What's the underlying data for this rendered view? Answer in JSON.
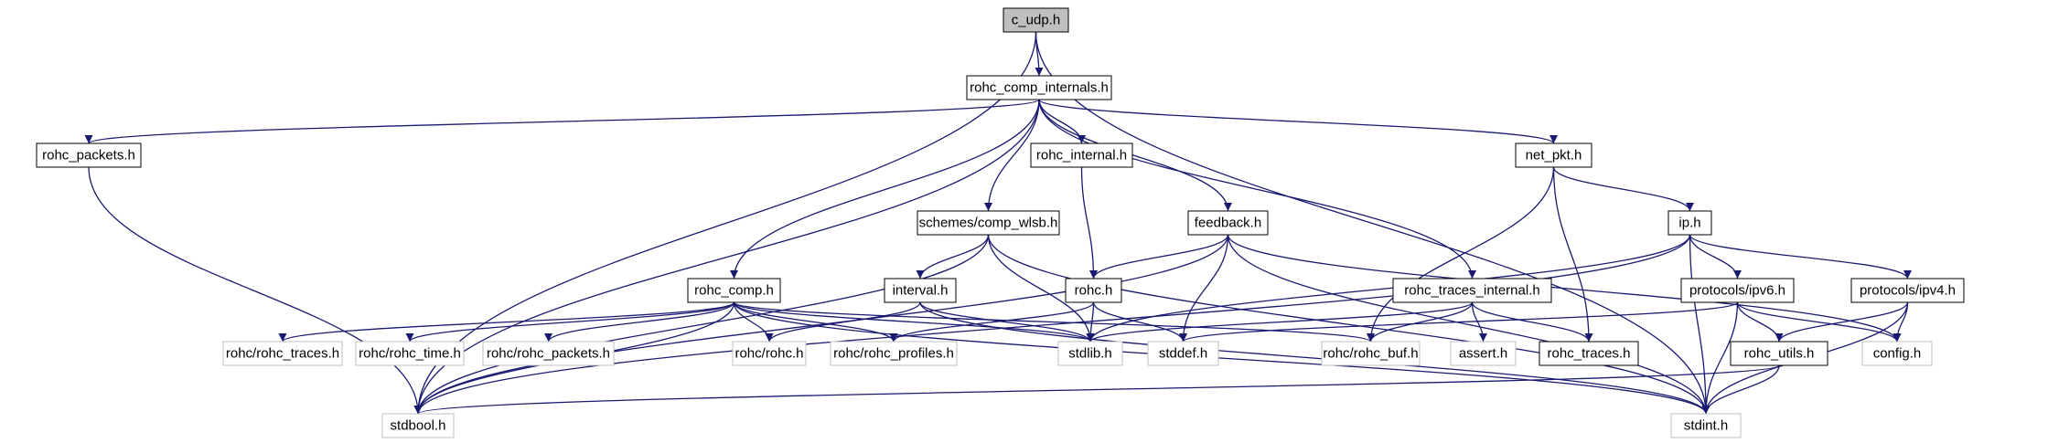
{
  "graph": {
    "title": "c_udp.h",
    "edge_color": "#191970",
    "nodes": [
      {
        "id": "c_udp",
        "label": "c_udp.h",
        "kind": "root"
      },
      {
        "id": "comp_internals",
        "label": "rohc_comp_internals.h",
        "kind": "doc"
      },
      {
        "id": "packets",
        "label": "rohc_packets.h",
        "kind": "doc"
      },
      {
        "id": "internal",
        "label": "rohc_internal.h",
        "kind": "doc"
      },
      {
        "id": "net_pkt",
        "label": "net_pkt.h",
        "kind": "doc"
      },
      {
        "id": "comp_wlsb",
        "label": "schemes/comp_wlsb.h",
        "kind": "doc"
      },
      {
        "id": "feedback",
        "label": "feedback.h",
        "kind": "doc"
      },
      {
        "id": "ip",
        "label": "ip.h",
        "kind": "doc"
      },
      {
        "id": "rohc_comp",
        "label": "rohc_comp.h",
        "kind": "doc"
      },
      {
        "id": "interval",
        "label": "interval.h",
        "kind": "doc"
      },
      {
        "id": "rohc",
        "label": "rohc.h",
        "kind": "doc"
      },
      {
        "id": "traces_internal",
        "label": "rohc_traces_internal.h",
        "kind": "doc"
      },
      {
        "id": "ipv6",
        "label": "protocols/ipv6.h",
        "kind": "doc"
      },
      {
        "id": "ipv4",
        "label": "protocols/ipv4.h",
        "kind": "doc"
      },
      {
        "id": "r_traces",
        "label": "rohc/rohc_traces.h",
        "kind": "ext"
      },
      {
        "id": "r_time",
        "label": "rohc/rohc_time.h",
        "kind": "ext"
      },
      {
        "id": "r_packets",
        "label": "rohc/rohc_packets.h",
        "kind": "ext"
      },
      {
        "id": "r_rohc",
        "label": "rohc/rohc.h",
        "kind": "ext"
      },
      {
        "id": "r_profiles",
        "label": "rohc/rohc_profiles.h",
        "kind": "ext"
      },
      {
        "id": "stdlib",
        "label": "stdlib.h",
        "kind": "ext"
      },
      {
        "id": "stddef",
        "label": "stddef.h",
        "kind": "ext"
      },
      {
        "id": "r_buf",
        "label": "rohc/rohc_buf.h",
        "kind": "ext"
      },
      {
        "id": "assert",
        "label": "assert.h",
        "kind": "ext"
      },
      {
        "id": "traces",
        "label": "rohc_traces.h",
        "kind": "doc"
      },
      {
        "id": "config",
        "label": "config.h",
        "kind": "ext"
      },
      {
        "id": "utils",
        "label": "rohc_utils.h",
        "kind": "doc"
      },
      {
        "id": "stdbool",
        "label": "stdbool.h",
        "kind": "ext"
      },
      {
        "id": "stdint",
        "label": "stdint.h",
        "kind": "ext"
      }
    ],
    "edges": [
      [
        "c_udp",
        "comp_internals"
      ],
      [
        "c_udp",
        "stdbool"
      ],
      [
        "c_udp",
        "stdint"
      ],
      [
        "comp_internals",
        "packets"
      ],
      [
        "comp_internals",
        "internal"
      ],
      [
        "comp_internals",
        "net_pkt"
      ],
      [
        "comp_internals",
        "comp_wlsb"
      ],
      [
        "comp_internals",
        "feedback"
      ],
      [
        "comp_internals",
        "rohc_comp"
      ],
      [
        "comp_internals",
        "traces_internal"
      ],
      [
        "comp_internals",
        "stdbool"
      ],
      [
        "packets",
        "stdbool"
      ],
      [
        "internal",
        "rohc"
      ],
      [
        "net_pkt",
        "ip"
      ],
      [
        "net_pkt",
        "r_buf"
      ],
      [
        "net_pkt",
        "traces"
      ],
      [
        "comp_wlsb",
        "interval"
      ],
      [
        "comp_wlsb",
        "stdlib"
      ],
      [
        "comp_wlsb",
        "stdbool"
      ],
      [
        "comp_wlsb",
        "stdint"
      ],
      [
        "feedback",
        "rohc"
      ],
      [
        "feedback",
        "stddef"
      ],
      [
        "feedback",
        "stdbool"
      ],
      [
        "feedback",
        "stdint"
      ],
      [
        "feedback",
        "config"
      ],
      [
        "ip",
        "ipv6"
      ],
      [
        "ip",
        "ipv4"
      ],
      [
        "ip",
        "stdlib"
      ],
      [
        "ip",
        "stdbool"
      ],
      [
        "ip",
        "stdint"
      ],
      [
        "rohc_comp",
        "r_traces"
      ],
      [
        "rohc_comp",
        "r_time"
      ],
      [
        "rohc_comp",
        "r_packets"
      ],
      [
        "rohc_comp",
        "r_rohc"
      ],
      [
        "rohc_comp",
        "r_profiles"
      ],
      [
        "rohc_comp",
        "stdlib"
      ],
      [
        "rohc_comp",
        "r_buf"
      ],
      [
        "rohc_comp",
        "stdbool"
      ],
      [
        "rohc_comp",
        "stdint"
      ],
      [
        "interval",
        "r_rohc"
      ],
      [
        "interval",
        "stdlib"
      ],
      [
        "interval",
        "stdint"
      ],
      [
        "rohc",
        "r_profiles"
      ],
      [
        "rohc",
        "stdlib"
      ],
      [
        "rohc",
        "stddef"
      ],
      [
        "traces_internal",
        "stdlib"
      ],
      [
        "traces_internal",
        "r_buf"
      ],
      [
        "traces_internal",
        "assert"
      ],
      [
        "traces_internal",
        "traces"
      ],
      [
        "ipv6",
        "stddef"
      ],
      [
        "ipv6",
        "utils"
      ],
      [
        "ipv6",
        "config"
      ],
      [
        "ipv6",
        "stdint"
      ],
      [
        "ipv4",
        "utils"
      ],
      [
        "ipv4",
        "config"
      ],
      [
        "ipv4",
        "stdint"
      ],
      [
        "utils",
        "stdbool"
      ],
      [
        "utils",
        "stdint"
      ]
    ]
  }
}
